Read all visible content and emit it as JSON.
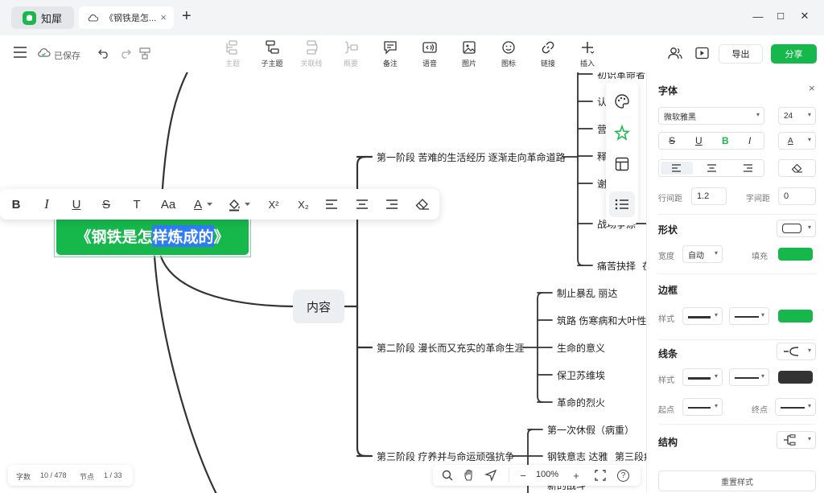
{
  "app": {
    "name": "知犀",
    "new_tab": "+"
  },
  "tab": {
    "title": "《钢铁是怎...",
    "close": "×"
  },
  "window": {
    "minimize": "—",
    "maximize": "☐",
    "close": "✕"
  },
  "toolbar": {
    "saved": "已保存",
    "tools": [
      {
        "label": "主题",
        "icon": "topic-icon",
        "enabled": false
      },
      {
        "label": "子主题",
        "icon": "subtopic-icon",
        "enabled": true
      },
      {
        "label": "关联线",
        "icon": "relation-line-icon",
        "enabled": false
      },
      {
        "label": "概要",
        "icon": "summary-icon",
        "enabled": false
      },
      {
        "label": "备注",
        "icon": "note-icon",
        "enabled": true
      },
      {
        "label": "语音",
        "icon": "voice-icon",
        "enabled": true
      },
      {
        "label": "图片",
        "icon": "image-icon",
        "enabled": true
      },
      {
        "label": "图标",
        "icon": "emoji-icon",
        "enabled": true
      },
      {
        "label": "链接",
        "icon": "link-icon",
        "enabled": true
      },
      {
        "label": "插入",
        "icon": "insert-icon",
        "enabled": true
      }
    ],
    "export": "导出",
    "share": "分享"
  },
  "mindmap": {
    "root_pre": "《钢铁是怎",
    "root_sel": "样炼成的",
    "root_post": "》",
    "content": "内容",
    "stage1": "第一阶段 苦难的生活经历 逐渐走向革命道路",
    "stage1_children": [
      "初识革命者",
      "认",
      "营",
      "释",
      "谢",
      "战场争涂",
      "痛苦抉择"
    ],
    "stage1_tail_7": "在",
    "stage2": "第二阶段 漫长而又充实的革命生涯",
    "stage2_children": [
      "制止暴乱 丽达",
      "筑路 伤寒病和大叶性肺",
      "生命的意义",
      "保卫苏维埃",
      "革命的烈火"
    ],
    "stage3": "第三阶段 疗养并与命运顽强抗争",
    "stage3_children": [
      "第一次休假（病重）",
      "钢铁意志 达雅",
      "第三段疗"
    ],
    "stage3_cut": "新的战斗"
  },
  "format_bar": {
    "bold": "B",
    "italic": "I",
    "underline": "U",
    "strike": "S",
    "text": "T",
    "case": "Aa",
    "font_color": "A",
    "superscript": "X²",
    "subscript": "X₂"
  },
  "props": {
    "font_title": "字体",
    "font_family": "微软雅黑",
    "font_size": "24",
    "font_color": "A",
    "style_buttons": [
      "S",
      "U",
      "B",
      "I"
    ],
    "line_spacing_label": "行间距",
    "line_spacing": "1.2",
    "char_spacing_label": "字间距",
    "char_spacing": "0",
    "shape_title": "形状",
    "width_label": "宽度",
    "width_value": "自动",
    "fill_label": "填充",
    "fill_color": "#16b84c",
    "border_title": "边框",
    "border_style_label": "样式",
    "border_color": "#16b84c",
    "line_title": "线条",
    "line_style_label": "样式",
    "line_color": "#333333",
    "start_label": "起点",
    "end_label": "终点",
    "structure_title": "结构",
    "reset": "重置样式"
  },
  "status": {
    "words_label": "字数",
    "words": "10 / 478",
    "nodes_label": "节点",
    "nodes": "1 / 33"
  },
  "zoom": {
    "value": "100%",
    "minus": "−",
    "plus": "+",
    "help": "?"
  },
  "colors": {
    "accent": "#16b84c",
    "selection": "#2f7cf6",
    "line": "#333333"
  }
}
